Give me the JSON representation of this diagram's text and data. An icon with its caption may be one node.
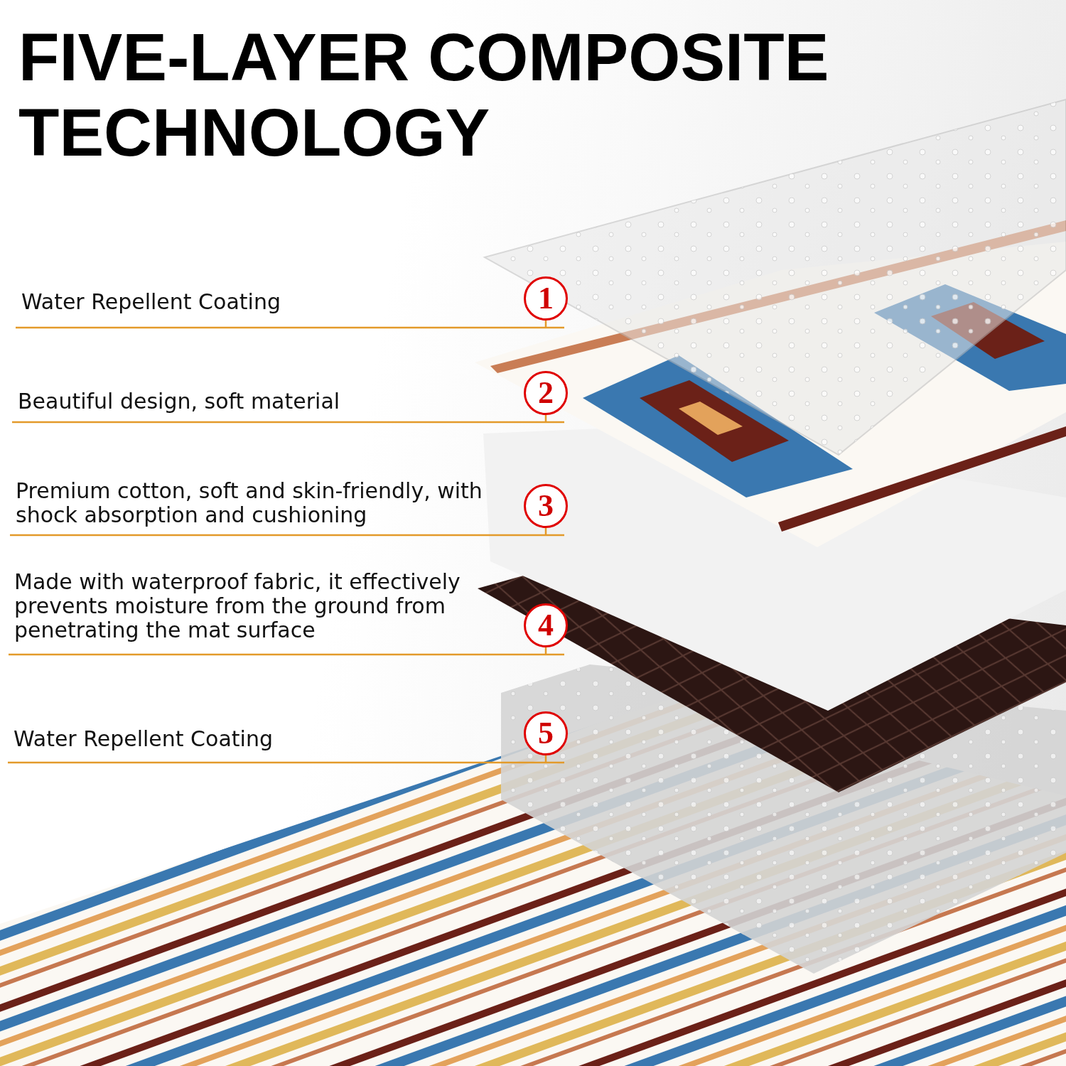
{
  "diagram": {
    "title": "FIVE-LAYER COMPOSITE TECHNOLOGY",
    "nodes": [
      {
        "text": [
          "Water Repellent Coating"
        ]
      },
      {
        "text": [
          "Beautiful design, soft material"
        ]
      },
      {
        "text": [
          "Premium cotton, soft and skin-friendly, with shock absorption and cushioning"
        ]
      },
      {
        "text": [
          "Made with waterproof fabric, it effectively prevents moisture from the ground from penetrating the mat surface"
        ]
      },
      {
        "text": [
          "Water Repellent Coating"
        ]
      },
      {
        "text": [
          "1"
        ]
      },
      {
        "text": [
          "2"
        ]
      },
      {
        "text": [
          "3"
        ]
      },
      {
        "text": [
          "4"
        ]
      },
      {
        "text": [
          "5"
        ]
      }
    ],
    "edges": [
      {
        "from": 0,
        "to": 5,
        "arrow": "none"
      },
      {
        "from": 1,
        "to": 6,
        "arrow": "none"
      },
      {
        "from": 2,
        "to": 7,
        "arrow": "none"
      },
      {
        "from": 3,
        "to": 8,
        "arrow": "none"
      },
      {
        "from": 4,
        "to": 9,
        "arrow": "none"
      }
    ]
  }
}
